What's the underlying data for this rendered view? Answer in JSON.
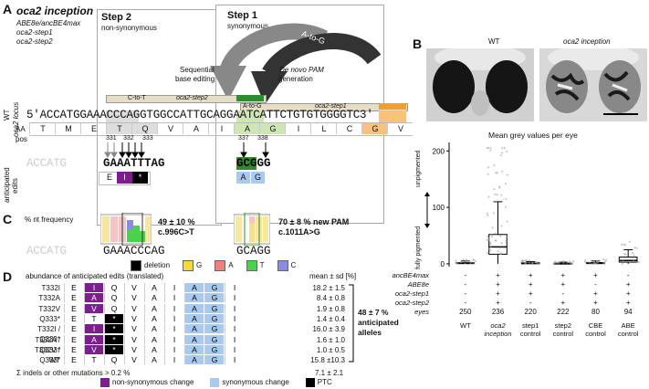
{
  "panelA": {
    "letter": "A",
    "title": "oca2 inception",
    "subtitle_lines": [
      "ABE8e/ancBE4max",
      "oca2-step1",
      "oca2-step2"
    ],
    "step2": {
      "title": "Step 2",
      "subtitle": "non-synonymous",
      "arrow_label": "C-to-T",
      "description": [
        "Sequential",
        "base editing"
      ]
    },
    "step1": {
      "title": "Step 1",
      "subtitle": "synonymous",
      "arrow_label": "A-to-G",
      "description": [
        "De novo PAM",
        "generation"
      ]
    },
    "bar_labels": {
      "ct": "C-to-T",
      "step2": "oca2-step2",
      "ag": "A-to-G",
      "step1": "oca2-step1"
    },
    "locus_label": [
      "WT",
      "oca2 locus"
    ],
    "sequence": "5'ACCATGGAAACCCAGGTGGCCATTGCAGGAATCATTCTGTGTGGGGTC3'",
    "aa_label": "AA",
    "pos_label": "pos",
    "aa": [
      "T",
      "M",
      "E",
      "T",
      "Q",
      "V",
      "A",
      "I",
      "A",
      "G",
      "I",
      "L",
      "C",
      "G",
      "V"
    ],
    "positions": [
      "331",
      "332",
      "333",
      "337",
      "338"
    ],
    "anticipated_label": [
      "anticipated",
      "edits"
    ],
    "edit_seq_step2": "GAAATTTAG",
    "edit_seq_step1": "GCGGG",
    "edit_aa_step2": [
      "E",
      "I",
      "*"
    ],
    "edit_aa_step1": [
      "A",
      "G"
    ]
  },
  "panelB": {
    "letter": "B",
    "img_wt_label": "WT",
    "img_inc_label": "oca2 inception",
    "chart_title": "Mean grey values per eye",
    "y_top_label": "unpigmented",
    "y_bottom_label": "fully pigmented",
    "row_labels": [
      "ancBE4max",
      "ABE8e",
      "oca2-step1",
      "oca2-step2",
      "eyes"
    ],
    "columns": [
      {
        "name": "WT",
        "signs": [
          "-",
          "-",
          "-",
          "-"
        ],
        "eyes": "250"
      },
      {
        "name": "oca2 inception",
        "signs": [
          "+",
          "+",
          "+",
          "+"
        ],
        "eyes": "236"
      },
      {
        "name": "step1 control",
        "signs": [
          "+",
          "+",
          "+",
          "-"
        ],
        "eyes": "220"
      },
      {
        "name": "step2 control",
        "signs": [
          "+",
          "+",
          "-",
          "+"
        ],
        "eyes": "222"
      },
      {
        "name": "CBE control",
        "signs": [
          "+",
          "-",
          "+",
          "+"
        ],
        "eyes": "80"
      },
      {
        "name": "ABE control",
        "signs": [
          "-",
          "+",
          "+",
          "+"
        ],
        "eyes": "94"
      }
    ]
  },
  "chart_data": {
    "type": "box",
    "title": "Mean grey values per eye",
    "ylim": [
      -5,
      215
    ],
    "yticks": [
      0,
      100,
      200
    ],
    "categories": [
      "WT",
      "oca2 inception",
      "step1 control",
      "step2 control",
      "CBE control",
      "ABE control"
    ],
    "boxes": [
      {
        "min": 0,
        "q1": 0.5,
        "median": 1,
        "q3": 2,
        "max": 5
      },
      {
        "min": 0,
        "q1": 17,
        "median": 30,
        "q3": 52,
        "max": 110
      },
      {
        "min": 0,
        "q1": 0.3,
        "median": 0.8,
        "q3": 1.8,
        "max": 4
      },
      {
        "min": 0,
        "q1": 0.2,
        "median": 0.5,
        "q3": 1.2,
        "max": 3
      },
      {
        "min": 0,
        "q1": 0.4,
        "median": 1,
        "q3": 2.2,
        "max": 5
      },
      {
        "min": 0,
        "q1": 3,
        "median": 6,
        "q3": 12,
        "max": 25
      }
    ]
  },
  "panelC": {
    "letter": "C",
    "freq_label": "% nt frequency",
    "stat1": [
      "49 ± 10 %",
      "c.996C>T"
    ],
    "stat2": [
      "70 ± 8 % new PAM",
      "c.1011A>G"
    ],
    "legend": [
      {
        "label": "deletion",
        "color": "#000000"
      },
      {
        "label": "G",
        "color": "#f5d742"
      },
      {
        "label": "A",
        "color": "#f08080"
      },
      {
        "label": "T",
        "color": "#4cd14c"
      },
      {
        "label": "C",
        "color": "#8a8ae6"
      }
    ],
    "seq_step2": "GAAACCCAG",
    "seq_step1": "GCAGG"
  },
  "panelD": {
    "letter": "D",
    "header": "abundance of anticipated edits (translated)",
    "mean_header": "mean ± sd [%]",
    "rows": [
      {
        "label": "T332I",
        "aa": [
          "E",
          "I",
          "Q",
          "V",
          "A",
          "I",
          "A",
          "G",
          "I"
        ],
        "val": "18.2 ± 1.5",
        "mut": [
          1
        ],
        "ptc": []
      },
      {
        "label": "T332A",
        "aa": [
          "E",
          "A",
          "Q",
          "V",
          "A",
          "I",
          "A",
          "G",
          "I"
        ],
        "val": "8.4 ± 0.8",
        "mut": [
          1
        ],
        "ptc": []
      },
      {
        "label": "T332V",
        "aa": [
          "E",
          "V",
          "Q",
          "V",
          "A",
          "I",
          "A",
          "G",
          "I"
        ],
        "val": "1.9 ± 0.8",
        "mut": [
          1
        ],
        "ptc": []
      },
      {
        "label": "Q333*",
        "aa": [
          "E",
          "T",
          "*",
          "V",
          "A",
          "I",
          "A",
          "G",
          "I"
        ],
        "val": "1.4 ± 0.4",
        "mut": [],
        "ptc": [
          2
        ]
      },
      {
        "label": "T332I / Q333*",
        "aa": [
          "E",
          "I",
          "*",
          "V",
          "A",
          "I",
          "A",
          "G",
          "I"
        ],
        "val": "16.0 ± 3.9",
        "mut": [
          1
        ],
        "ptc": [
          2
        ]
      },
      {
        "label": "T332A / Q333*",
        "aa": [
          "E",
          "A",
          "*",
          "V",
          "A",
          "I",
          "A",
          "G",
          "I"
        ],
        "val": "1.6 ± 1.0",
        "mut": [
          1
        ],
        "ptc": [
          2
        ]
      },
      {
        "label": "T332V / Q333*",
        "aa": [
          "E",
          "V",
          "*",
          "V",
          "A",
          "I",
          "A",
          "G",
          "I"
        ],
        "val": "1.0 ± 0.5",
        "mut": [
          1
        ],
        "ptc": [
          2
        ]
      },
      {
        "label": "WT",
        "aa": [
          "E",
          "T",
          "Q",
          "V",
          "A",
          "I",
          "A",
          "G",
          "I"
        ],
        "val": "15.8 ±10.3",
        "mut": [],
        "ptc": []
      }
    ],
    "indels_label": "Σ indels or other mutations > 0.2 %",
    "indels_val": "7.1 ± 2.1",
    "summary": [
      "48 ± 7 %",
      "anticipated",
      "alleles"
    ],
    "legend": [
      {
        "label": "non-synonymous change",
        "color": "#7b1f8c"
      },
      {
        "label": "synonymous change",
        "color": "#a9c9ef"
      },
      {
        "label": "PTC",
        "color": "#000000"
      }
    ]
  }
}
